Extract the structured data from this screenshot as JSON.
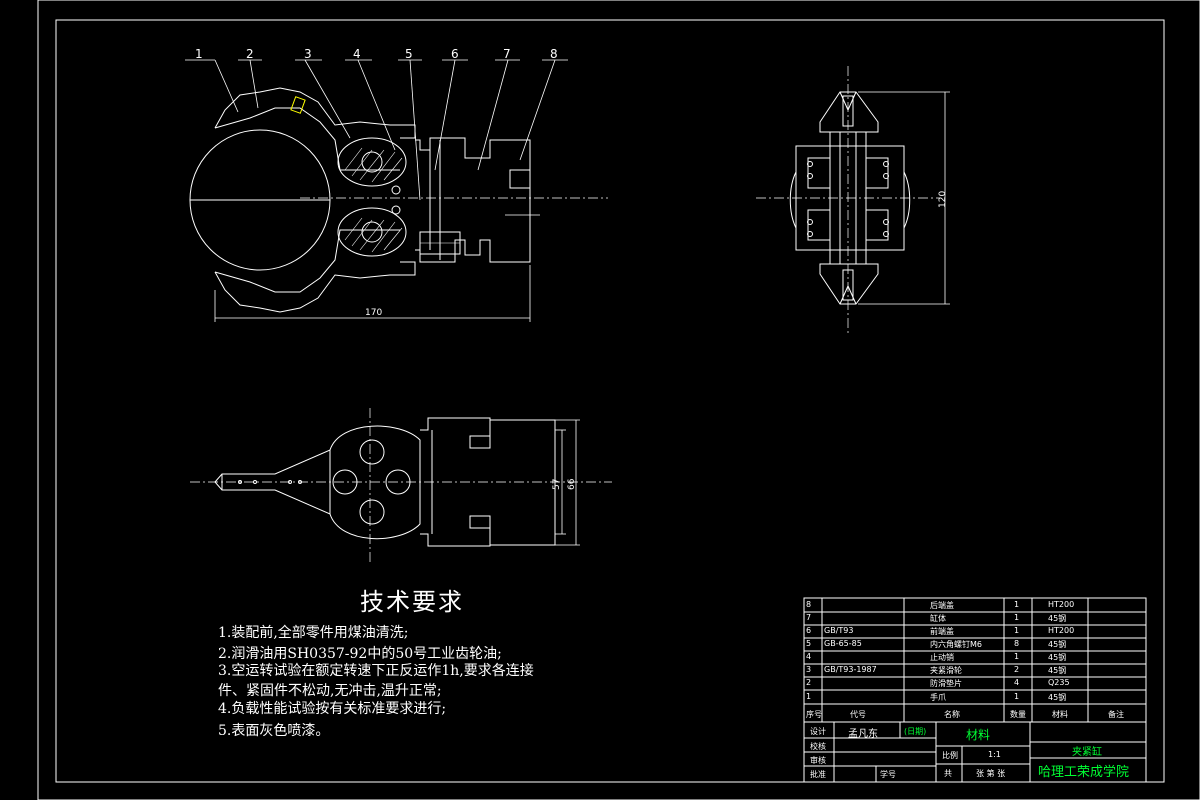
{
  "balloons": [
    "1",
    "2",
    "3",
    "4",
    "5",
    "6",
    "7",
    "8"
  ],
  "dimensions": {
    "front_width": "170",
    "side_height": "120",
    "top_inner": "57",
    "top_outer": "66"
  },
  "tech": {
    "title": "技术要求",
    "lines": [
      "1.装配前,全部零件用煤油清洗;",
      "2.润滑油用SH0357-92中的50号工业齿轮油;",
      "3.空运转试验在额定转速下正反运作1h,要求各连接",
      "件、紧固件不松动,无冲击,温升正常;",
      "4.负载性能试验按有关标准要求进行;",
      "5.表面灰色喷漆。"
    ]
  },
  "bom": {
    "rows": [
      {
        "no": "8",
        "code": "",
        "name": "后端盖",
        "qty": "1",
        "material": "HT200",
        "note": ""
      },
      {
        "no": "7",
        "code": "",
        "name": "缸体",
        "qty": "1",
        "material": "45钢",
        "note": ""
      },
      {
        "no": "6",
        "code": "GB/T93",
        "name": "前端盖",
        "qty": "1",
        "material": "HT200",
        "note": ""
      },
      {
        "no": "5",
        "code": "GB-65-85",
        "name": "内六角螺钉M6",
        "qty": "8",
        "material": "45钢",
        "note": ""
      },
      {
        "no": "4",
        "code": "",
        "name": "止动销",
        "qty": "1",
        "material": "45钢",
        "note": ""
      },
      {
        "no": "3",
        "code": "GB/T93-1987",
        "name": "夹紧滑轮",
        "qty": "2",
        "material": "45钢",
        "note": ""
      },
      {
        "no": "2",
        "code": "",
        "name": "防滑垫片",
        "qty": "4",
        "material": "Q235",
        "note": ""
      },
      {
        "no": "1",
        "code": "",
        "name": "手爪",
        "qty": "1",
        "material": "45钢",
        "note": ""
      }
    ],
    "header": {
      "no": "序号",
      "code": "代号",
      "name": "名称",
      "qty": "数量",
      "material": "材料",
      "note": "备注"
    }
  },
  "title_block": {
    "design_label": "设计",
    "designer": "孟凡东",
    "date_label": "(日期)",
    "material_label": "材料",
    "check_label": "校核",
    "review_label": "审核",
    "approve_label": "批准",
    "scale_label": "比例",
    "scale_value": "1:1",
    "sheet_label": "共",
    "sheet_value": "张 第 张",
    "student_no_label": "学号",
    "drawing_name": "夹紧缸",
    "school": "哈理工荣成学院"
  }
}
